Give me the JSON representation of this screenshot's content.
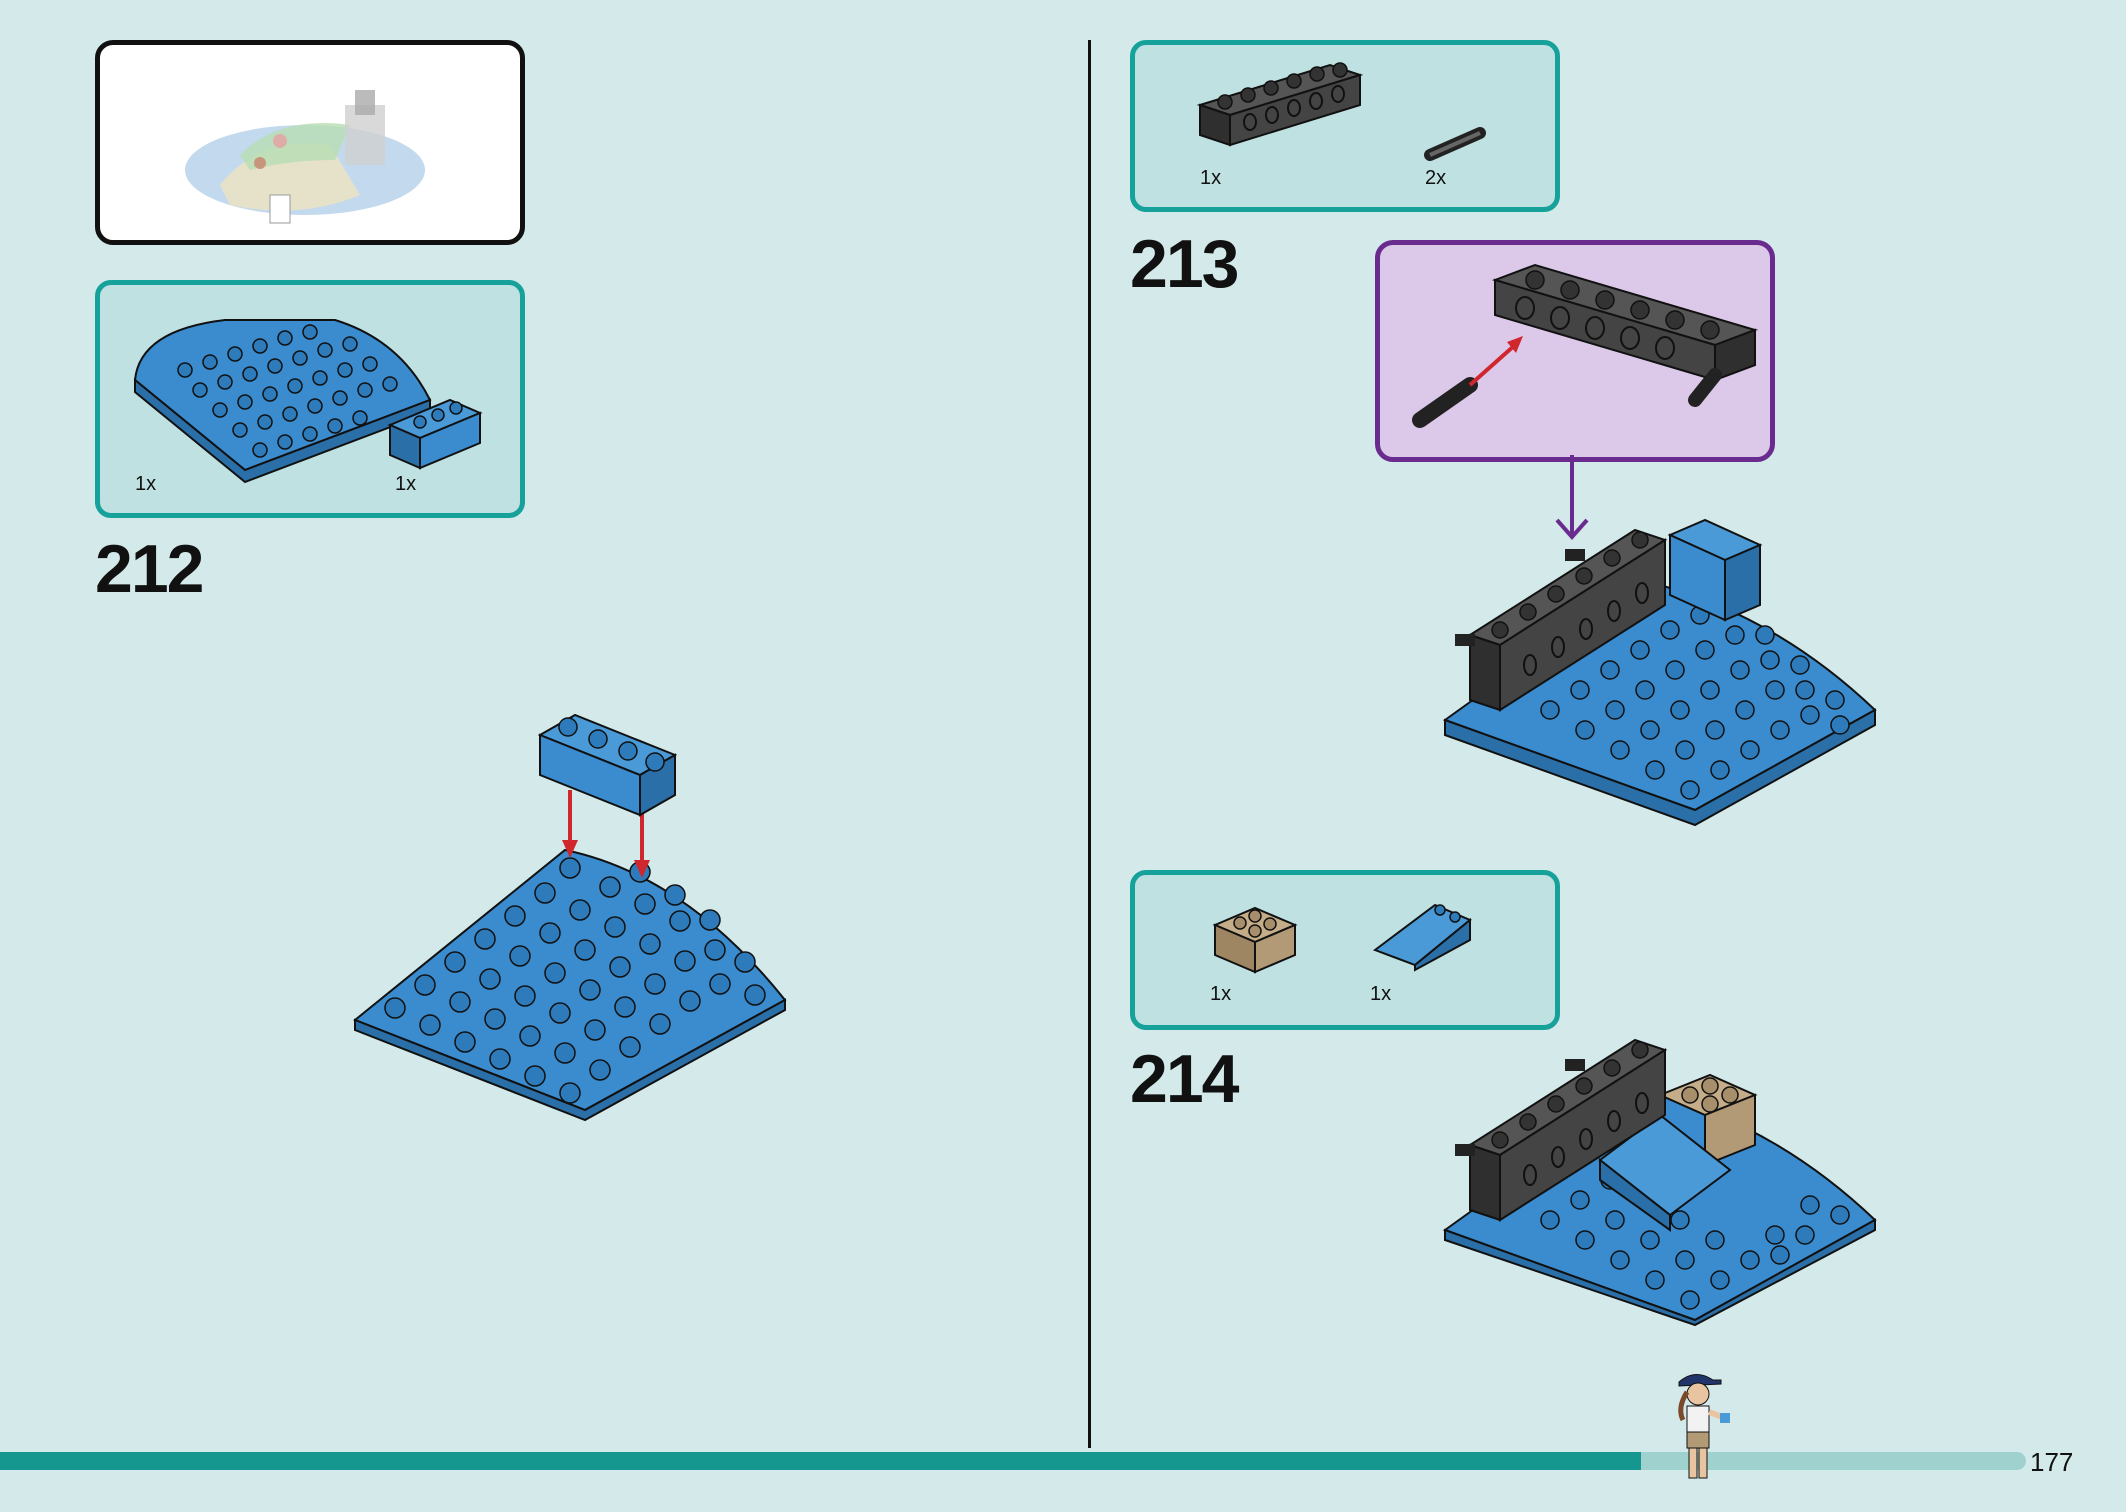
{
  "page": {
    "number": "177",
    "progress": 0.81
  },
  "steps": [
    {
      "number": "212",
      "parts": [
        {
          "qty": "1x",
          "name": "round-plate-icon"
        },
        {
          "qty": "1x",
          "name": "blue-brick-icon"
        }
      ]
    },
    {
      "number": "213",
      "parts": [
        {
          "qty": "1x",
          "name": "black-technic-brick-icon"
        },
        {
          "qty": "2x",
          "name": "connector-pin-icon"
        }
      ]
    },
    {
      "number": "214",
      "parts": [
        {
          "qty": "1x",
          "name": "tan-brick-icon"
        },
        {
          "qty": "1x",
          "name": "blue-slope-icon"
        }
      ]
    }
  ],
  "colors": {
    "background": "#d4e9e9",
    "accent": "#16a19a",
    "callout": "#6a2b8f",
    "brick_blue": "#3a8ccf",
    "brick_black": "#3a3a3a",
    "brick_tan": "#b29a76",
    "arrow_red": "#d0262e"
  }
}
